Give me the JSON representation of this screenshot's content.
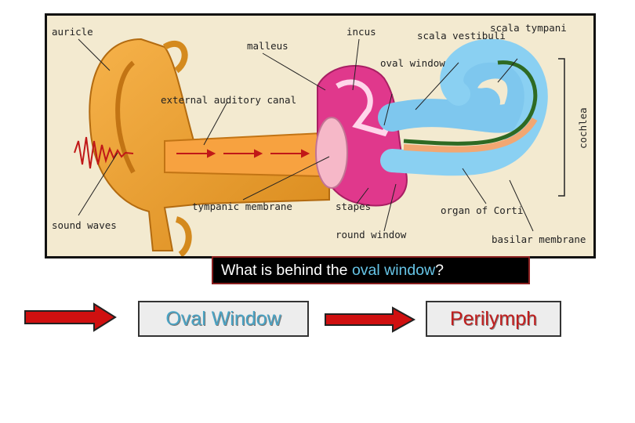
{
  "figure": {
    "labels": {
      "auricle": "auricle",
      "malleus": "malleus",
      "incus": "incus",
      "scala_vestibuli": "scala vestibuli",
      "scala_tympani": "scala tympani",
      "oval_window": "oval window",
      "cochlea": "cochlea",
      "external_auditory_canal": "external auditory canal",
      "tympanic_membrane": "tympanic membrane",
      "stapes": "stapes",
      "organ_of_corti": "organ of Corti",
      "sound_waves": "sound waves",
      "round_window": "round window",
      "basilar_membrane": "basilar membrane"
    }
  },
  "question": {
    "prefix": "What is behind the ",
    "highlight": "oval window",
    "suffix": "?"
  },
  "flow": {
    "step1": "Oval Window",
    "step2": "Perilymph"
  },
  "colors": {
    "arrow": "#d01010",
    "highlight": "#66c4e6",
    "step1_text": "#4aa3c4",
    "step2_text": "#c11e1e"
  }
}
